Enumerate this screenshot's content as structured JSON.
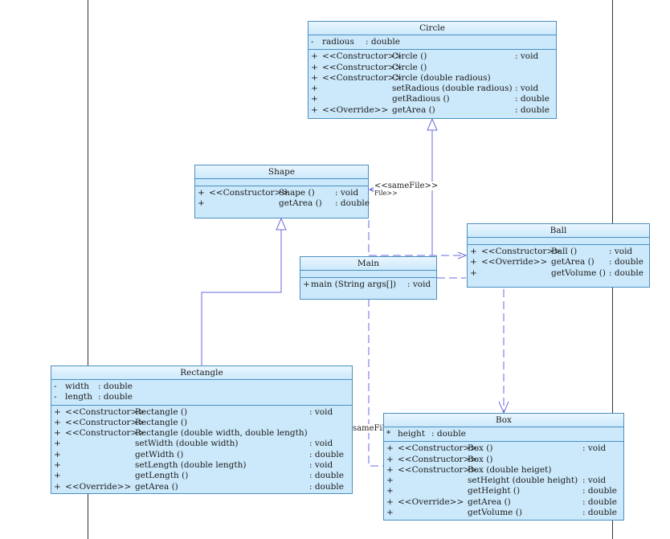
{
  "classes": {
    "circle": {
      "name": "Circle",
      "attrs": [
        {
          "vis": "-",
          "name": "radious",
          "type": ": double"
        }
      ],
      "ops": [
        {
          "vis": "+",
          "stereo": "<<Constructor>>",
          "sig": "Circle ()",
          "ret": ": void"
        },
        {
          "vis": "+",
          "stereo": "<<Constructor>>",
          "sig": "Circle ()",
          "ret": ""
        },
        {
          "vis": "+",
          "stereo": "<<Constructor>>",
          "sig": "Circle (double radious)",
          "ret": ""
        },
        {
          "vis": "+",
          "stereo": "",
          "sig": "setRadious (double radious)",
          "ret": ": void"
        },
        {
          "vis": "+",
          "stereo": "",
          "sig": "getRadious ()",
          "ret": ": double"
        },
        {
          "vis": "+",
          "stereo": "<<Override>>",
          "sig": "getArea ()",
          "ret": ": double"
        }
      ]
    },
    "shape": {
      "name": "Shape",
      "ops": [
        {
          "vis": "+",
          "stereo": "<<Constructor>>",
          "sig": "Shape ()",
          "ret": ": void"
        },
        {
          "vis": "+",
          "stereo": "",
          "sig": "getArea ()",
          "ret": ": double"
        }
      ]
    },
    "ball": {
      "name": "Ball",
      "ops": [
        {
          "vis": "+",
          "stereo": "<<Constructor>>",
          "sig": "Ball ()",
          "ret": ": void"
        },
        {
          "vis": "+",
          "stereo": "<<Override>>",
          "sig": "getArea ()",
          "ret": ": double"
        },
        {
          "vis": "+",
          "stereo": "",
          "sig": "getVolume ()",
          "ret": ": double"
        }
      ]
    },
    "main": {
      "name": "Main",
      "ops": [
        {
          "vis": "+",
          "stereo": "",
          "sig": "main (String args[])",
          "ret": ": void"
        }
      ]
    },
    "rectangle": {
      "name": "Rectangle",
      "attrs": [
        {
          "vis": "-",
          "name": "width",
          "type": ": double"
        },
        {
          "vis": "-",
          "name": "length",
          "type": ": double"
        }
      ],
      "ops": [
        {
          "vis": "+",
          "stereo": "<<Constructor>>",
          "sig": "Rectangle ()",
          "ret": ": void"
        },
        {
          "vis": "+",
          "stereo": "<<Constructor>>",
          "sig": "Rectangle ()",
          "ret": ""
        },
        {
          "vis": "+",
          "stereo": "<<Constructor>>",
          "sig": "Rectangle (double width, double length)",
          "ret": ""
        },
        {
          "vis": "+",
          "stereo": "",
          "sig": "setWidth (double width)",
          "ret": ": void"
        },
        {
          "vis": "+",
          "stereo": "",
          "sig": "getWidth ()",
          "ret": ": double"
        },
        {
          "vis": "+",
          "stereo": "",
          "sig": "setLength (double length)",
          "ret": ": void"
        },
        {
          "vis": "+",
          "stereo": "",
          "sig": "getLength ()",
          "ret": ": double"
        },
        {
          "vis": "+",
          "stereo": "<<Override>>",
          "sig": "getArea ()",
          "ret": ": double"
        }
      ]
    },
    "box": {
      "name": "Box",
      "attrs": [
        {
          "vis": "*",
          "name": "height",
          "type": ": double"
        }
      ],
      "ops": [
        {
          "vis": "+",
          "stereo": "<<Constructor>>",
          "sig": "Box ()",
          "ret": ": void"
        },
        {
          "vis": "+",
          "stereo": "<<Constructor>>",
          "sig": "Box ()",
          "ret": ""
        },
        {
          "vis": "+",
          "stereo": "<<Constructor>>",
          "sig": "Box (double heiget)",
          "ret": ""
        },
        {
          "vis": "+",
          "stereo": "",
          "sig": "setHeight (double height)",
          "ret": ": void"
        },
        {
          "vis": "+",
          "stereo": "",
          "sig": "getHeight ()",
          "ret": ": double"
        },
        {
          "vis": "+",
          "stereo": "<<Override>>",
          "sig": "getArea ()",
          "ret": ": double"
        },
        {
          "vis": "+",
          "stereo": "",
          "sig": "getVolume ()",
          "ret": ": double"
        }
      ]
    }
  },
  "connector_labels": {
    "samefile_circle": "<<sameFile>>",
    "samefile_shape_partial": "File>>",
    "samefile_box": "sameFile"
  },
  "colors": {
    "class_fill": "#cce9fb",
    "class_border": "#4a8fc0",
    "connector": "#6a6ae0"
  }
}
